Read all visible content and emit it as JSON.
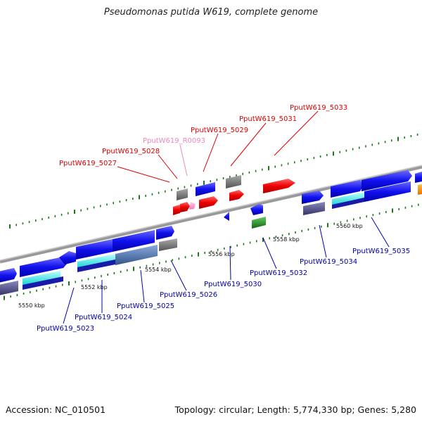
{
  "title": "Pseudomonas putida W619, complete genome",
  "footer": {
    "accession": "Accession: NC_010501",
    "topology": "Topology: circular; Length: 5,774,330 bp; Genes: 5,280"
  },
  "colors": {
    "label_red": "#dd0000",
    "label_pink": "#ee88bb",
    "label_blue": "#0000aa",
    "tick_green": "#1a7a1a",
    "backbone": "#888888"
  },
  "scale_labels": [
    "5550 kbp",
    "5552 kbp",
    "5554 kbp",
    "5556 kbp",
    "5558 kbp",
    "5560 kbp"
  ],
  "top_labels": [
    {
      "text": "PputW619_5027",
      "color": "red"
    },
    {
      "text": "PputW619_5028",
      "color": "red"
    },
    {
      "text": "PputW619_R0093",
      "color": "pink"
    },
    {
      "text": "PputW619_5029",
      "color": "red"
    },
    {
      "text": "PputW619_5031",
      "color": "red"
    },
    {
      "text": "PputW619_5033",
      "color": "red"
    }
  ],
  "bottom_labels": [
    {
      "text": "PputW619_5023"
    },
    {
      "text": "PputW619_5024"
    },
    {
      "text": "PputW619_5025"
    },
    {
      "text": "PputW619_5026"
    },
    {
      "text": "PputW619_5030"
    },
    {
      "text": "PputW619_5032"
    },
    {
      "text": "PputW619_5034"
    },
    {
      "text": "PputW619_5035"
    }
  ]
}
